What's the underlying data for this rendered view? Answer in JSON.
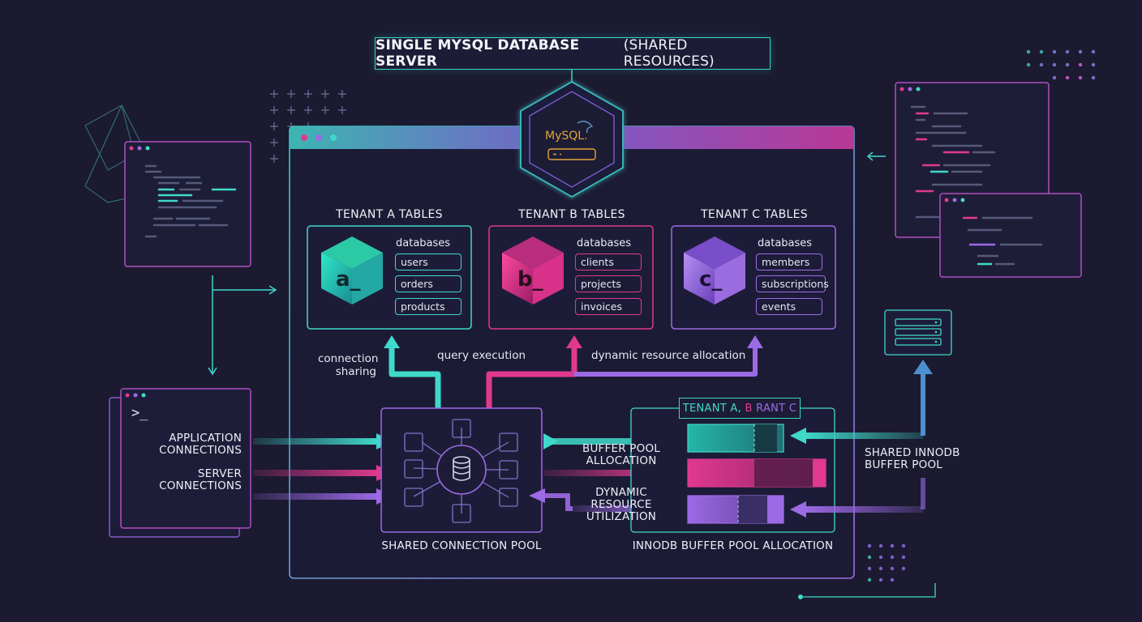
{
  "title": {
    "bold": "SINGLE MYSQL DATABASE SERVER",
    "rest": "(SHARED RESOURCES)"
  },
  "mysql_logo_text": "MySQL.",
  "tenants": [
    {
      "title": "TENANT A TABLES",
      "icon_text": "a_",
      "db_label": "databases",
      "tables": [
        "users",
        "orders",
        "products"
      ],
      "color": "#3fd9c9"
    },
    {
      "title": "TENANT B TABLES",
      "icon_text": "b_",
      "db_label": "databases",
      "tables": [
        "clients",
        "projects",
        "invoices"
      ],
      "color": "#e0398f"
    },
    {
      "title": "TENANT C TABLES",
      "icon_text": "c_",
      "db_label": "databases",
      "tables": [
        "members",
        "subscriptions",
        "events"
      ],
      "color": "#9d6ae6"
    }
  ],
  "labels": {
    "connection_sharing": "connection\nsharing",
    "query_execution": "query execution",
    "dynamic_resource_allocation": "dynamic resource allocation",
    "application_connections": "APPLICATION\nCONNECTIONS",
    "server_connections": "SERVER\nCONNECTIONS",
    "buffer_pool_allocation": "BUFFER POOL\nALLOCATION",
    "dynamic_resource_utilization": "DYNAMIC\nRESOURCE\nUTILIZATION",
    "shared_connection_pool": "SHARED CONNECTION POOL",
    "innodb_buffer_pool_allocation": "INNODB BUFFER POOL ALLOCATION",
    "shared_innodb_buffer_pool": "SHARED INNODB\nBUFFER POOL"
  },
  "buffer_header": {
    "part_a": "TENANT A, ",
    "part_b": "B",
    "part_c": " RANT C"
  },
  "terminal_prompt": ">_",
  "colors": {
    "teal": "#3fd9c9",
    "pink": "#e0398f",
    "purple": "#9d6ae6",
    "background": "#1b1a31",
    "mysql": "#e3a23b"
  }
}
